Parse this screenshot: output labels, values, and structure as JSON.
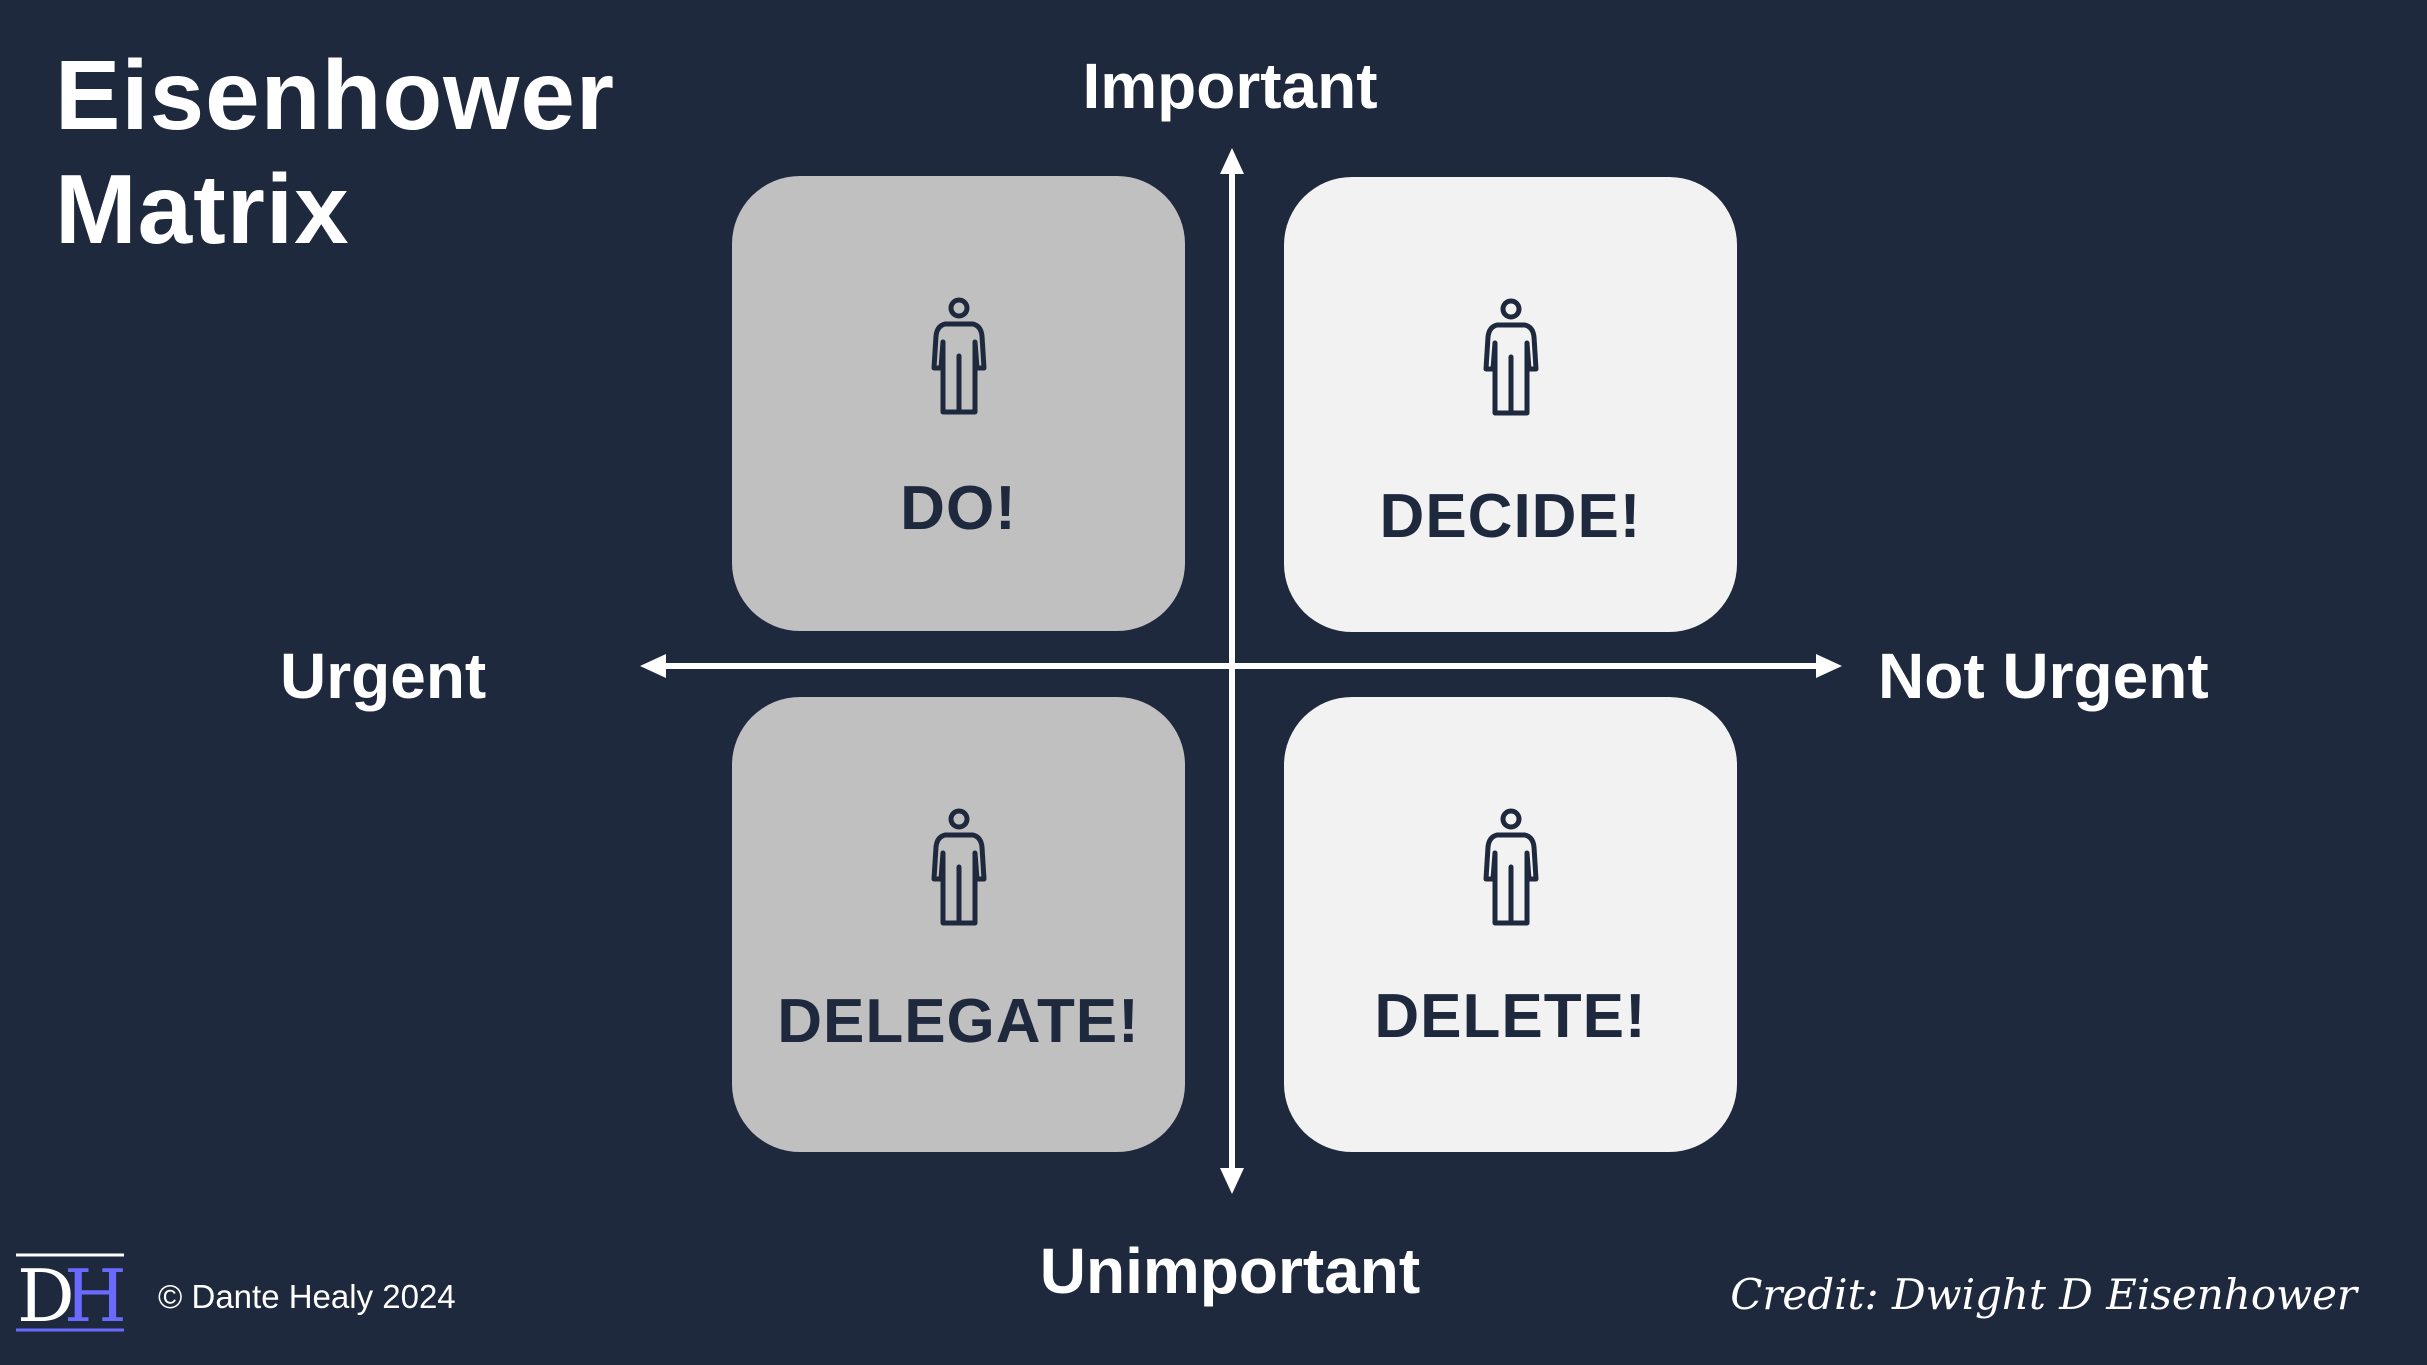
{
  "title": {
    "line1": "Eisenhower",
    "line2": "Matrix"
  },
  "axes": {
    "top": "Important",
    "bottom": "Unimportant",
    "left": "Urgent",
    "right": "Not Urgent"
  },
  "quadrants": [
    {
      "label": "DO!",
      "icon": "person-icon",
      "shade": "dark"
    },
    {
      "label": "DECIDE!",
      "icon": "person-icon",
      "shade": "light"
    },
    {
      "label": "DELEGATE!",
      "icon": "person-icon",
      "shade": "dark"
    },
    {
      "label": "DELETE!",
      "icon": "person-icon",
      "shade": "light"
    }
  ],
  "footer": {
    "logo": "DH",
    "copyright": "© Dante Healy 2024",
    "credit": "Credit: Dwight D Eisenhower"
  },
  "colors": {
    "background": "#1f293d",
    "text": "#ffffff",
    "quadrant_dark": "#c0c0c0",
    "quadrant_light": "#f2f2f2",
    "quadrant_text": "#1f293d",
    "logo_accent": "#6a6aff"
  }
}
